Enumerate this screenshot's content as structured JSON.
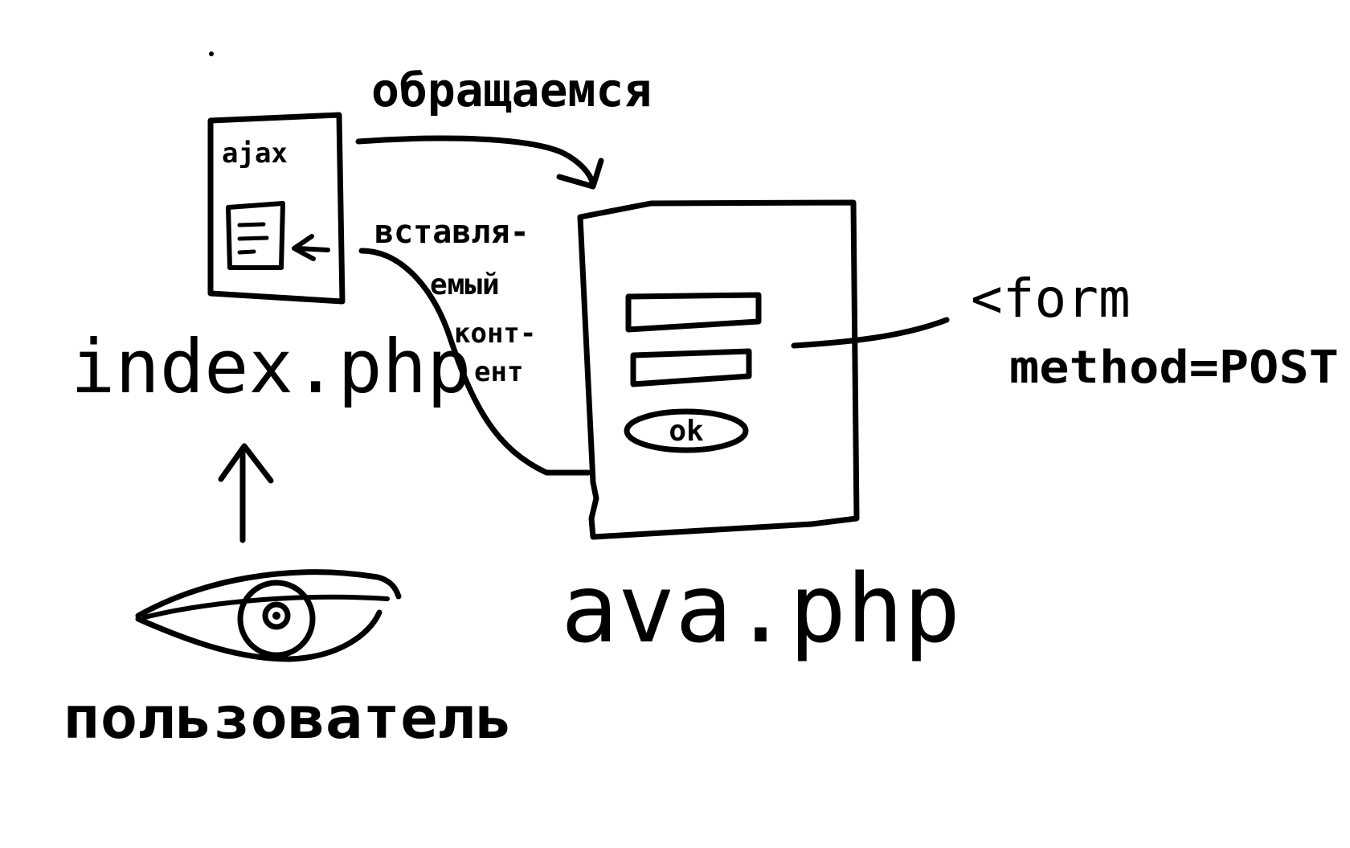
{
  "labels": {
    "index_file": "index.php",
    "ava_file": "ava.php",
    "ajax": "ajax",
    "request": "обращаемся",
    "inserted_content_lines": [
      "вставля-",
      "емый",
      "конт-",
      "ент"
    ],
    "user": "пользователь",
    "form_line1": "<form",
    "form_line2": "method=POST",
    "ok_button": "ok"
  },
  "icons": {
    "user_symbol": "eye-icon",
    "embedded_doc": "document-icon"
  },
  "colors": {
    "ink": "#000000",
    "background": "#ffffff"
  }
}
